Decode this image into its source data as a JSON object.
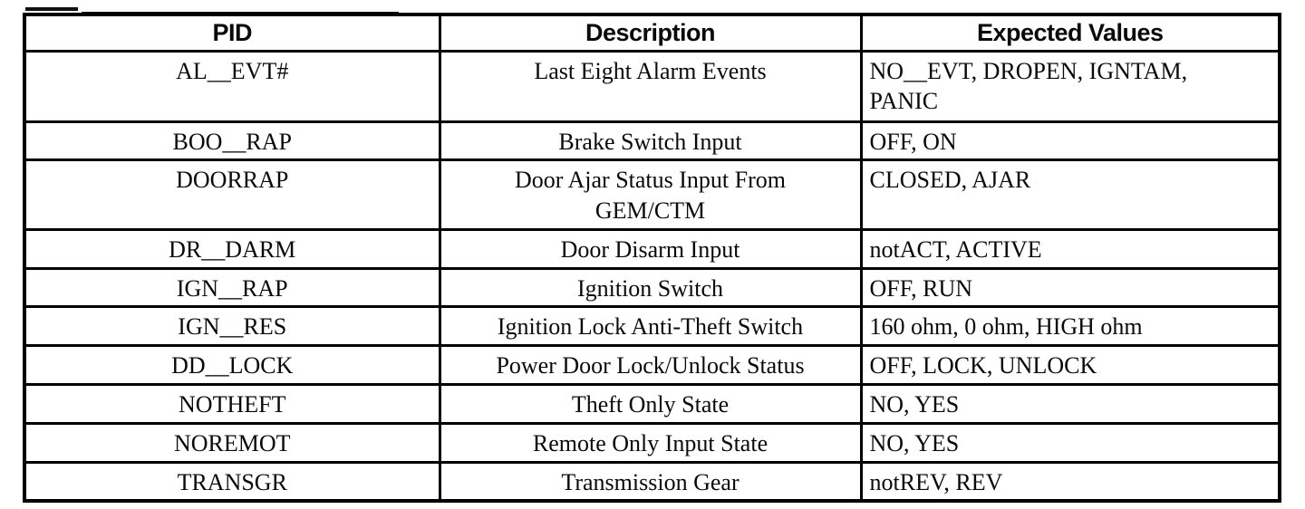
{
  "colors": {
    "background": "#ffffff",
    "border": "#000000",
    "text": "#0a0a0a"
  },
  "table": {
    "columns": [
      {
        "label": "PID"
      },
      {
        "label": "Description"
      },
      {
        "label": "Expected Values"
      }
    ],
    "rows": [
      {
        "pid": "AL__EVT#",
        "description": "Last Eight Alarm Events",
        "expected": "NO__EVT, DROPEN, IGNTAM,\nPANIC"
      },
      {
        "pid": "BOO__RAP",
        "description": "Brake Switch Input",
        "expected": "OFF, ON"
      },
      {
        "pid": "DOORRAP",
        "description": "Door Ajar Status Input From\nGEM/CTM",
        "expected": "CLOSED, AJAR"
      },
      {
        "pid": "DR__DARM",
        "description": "Door Disarm Input",
        "expected": "notACT, ACTIVE"
      },
      {
        "pid": "IGN__RAP",
        "description": "Ignition Switch",
        "expected": "OFF, RUN"
      },
      {
        "pid": "IGN__RES",
        "description": "Ignition Lock Anti-Theft Switch",
        "expected": "160 ohm, 0 ohm, HIGH ohm"
      },
      {
        "pid": "DD__LOCK",
        "description": "Power Door Lock/Unlock Status",
        "expected": "OFF, LOCK, UNLOCK"
      },
      {
        "pid": "NOTHEFT",
        "description": "Theft Only State",
        "expected": "NO, YES"
      },
      {
        "pid": "NOREMOT",
        "description": "Remote Only Input State",
        "expected": "NO, YES"
      },
      {
        "pid": "TRANSGR",
        "description": "Transmission Gear",
        "expected": "notREV, REV"
      }
    ]
  }
}
